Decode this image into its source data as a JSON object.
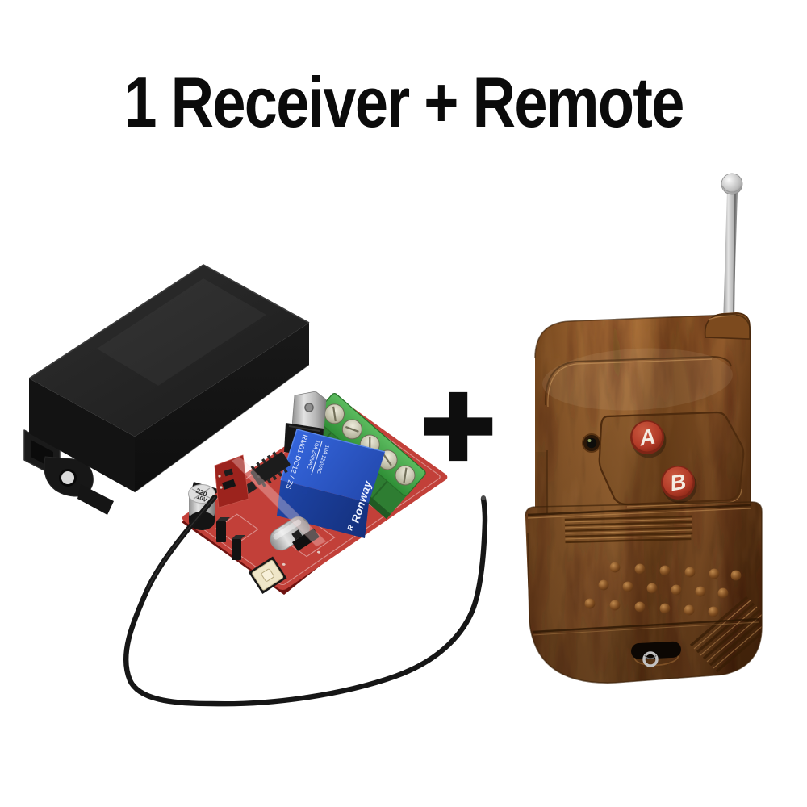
{
  "title": {
    "text": "1 Receiver + Remote"
  },
  "plus": {
    "label": "+"
  },
  "receiver": {
    "enclosure_color": "#1f1f1f",
    "pcb_color": "#b23430",
    "relay": {
      "brand": "Ronway",
      "logo": "R",
      "model": "RM01-DC12V-ZS",
      "rating_top": "10A 250VAC",
      "rating_bottom": "10A 125VAC",
      "body_color": "#2a56c6"
    },
    "capacitor": {
      "capacitance": "220",
      "voltage": "10V"
    },
    "terminal_block": {
      "screw_count": 5,
      "color": "#3f9b42"
    },
    "antenna_wire_color": "#1a1a1a"
  },
  "remote": {
    "body_color": "#8a5527",
    "antenna_color": "#c9c9c9",
    "buttons": [
      {
        "label": "A",
        "color": "#b23b28"
      },
      {
        "label": "B",
        "color": "#b23b28"
      }
    ],
    "dot_rows": 3,
    "dots_per_row": 6
  }
}
